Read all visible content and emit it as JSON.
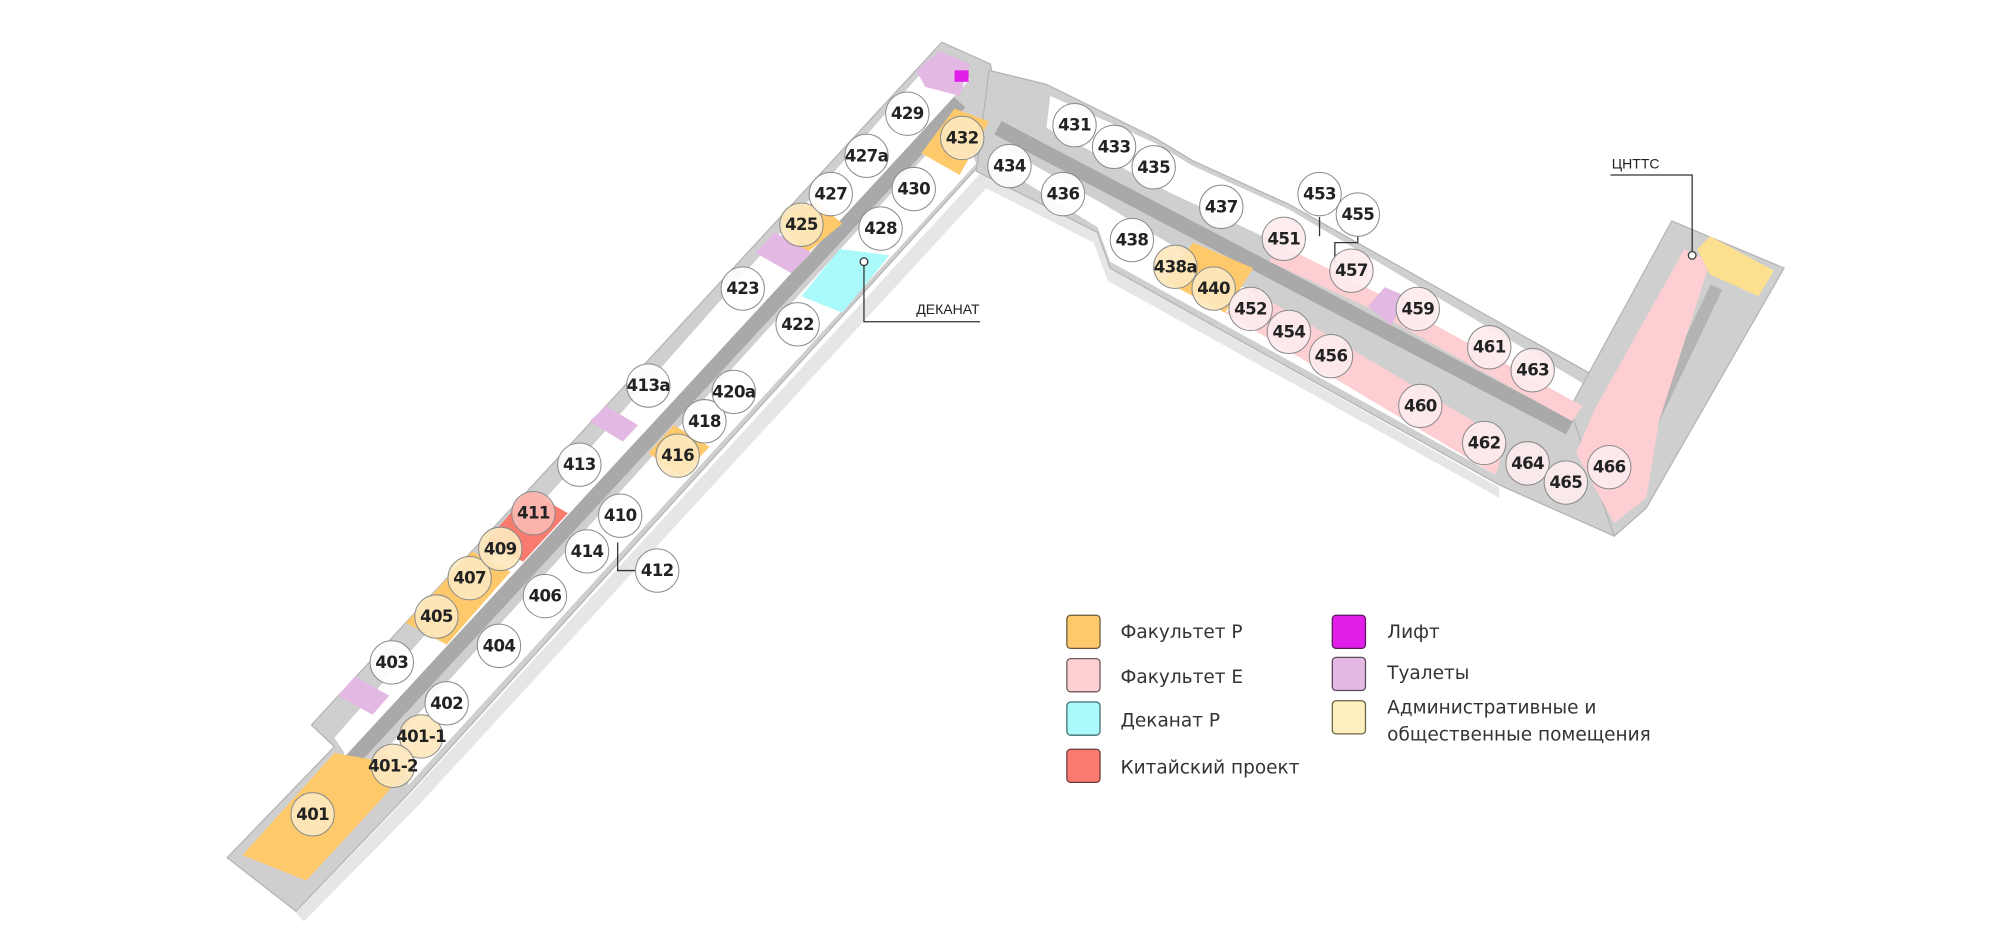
{
  "categories": {
    "faculty_p": {
      "label": "Факультет Р",
      "color": "#fdc96b"
    },
    "faculty_e": {
      "label": "Факультет Е",
      "color": "#fdcfd2"
    },
    "deanery_p": {
      "label": "Деканат Р",
      "color": "#aaf9fb"
    },
    "chinese": {
      "label": "Китайский проект",
      "color": "#f97b70"
    },
    "elevator": {
      "label": "Лифт",
      "color": "#e01ee8"
    },
    "toilets": {
      "label": "Туалеты",
      "color": "#e3b9e3"
    },
    "admin": {
      "label_line1": "Административные и",
      "label_line2": "общественные помещения",
      "color": "#fef0c1"
    }
  },
  "callouts": {
    "deanery": "ДЕКАНАТ",
    "cnttc": "ЦНТТС"
  },
  "rooms": [
    {
      "label": "401",
      "cat": "faculty_p"
    },
    {
      "label": "401-1",
      "cat": "faculty_p"
    },
    {
      "label": "401-2",
      "cat": "faculty_p"
    },
    {
      "label": "402",
      "cat": ""
    },
    {
      "label": "403",
      "cat": ""
    },
    {
      "label": "404",
      "cat": ""
    },
    {
      "label": "405",
      "cat": "faculty_p"
    },
    {
      "label": "406",
      "cat": ""
    },
    {
      "label": "407",
      "cat": "faculty_p"
    },
    {
      "label": "409",
      "cat": "faculty_p"
    },
    {
      "label": "410",
      "cat": ""
    },
    {
      "label": "411",
      "cat": "chinese"
    },
    {
      "label": "412",
      "cat": ""
    },
    {
      "label": "413",
      "cat": ""
    },
    {
      "label": "413а",
      "cat": ""
    },
    {
      "label": "414",
      "cat": ""
    },
    {
      "label": "416",
      "cat": "faculty_p"
    },
    {
      "label": "418",
      "cat": ""
    },
    {
      "label": "420а",
      "cat": ""
    },
    {
      "label": "422",
      "cat": ""
    },
    {
      "label": "423",
      "cat": ""
    },
    {
      "label": "425",
      "cat": "faculty_p"
    },
    {
      "label": "427",
      "cat": ""
    },
    {
      "label": "427а",
      "cat": ""
    },
    {
      "label": "428",
      "cat": ""
    },
    {
      "label": "429",
      "cat": ""
    },
    {
      "label": "430",
      "cat": ""
    },
    {
      "label": "431",
      "cat": ""
    },
    {
      "label": "432",
      "cat": "faculty_p"
    },
    {
      "label": "433",
      "cat": ""
    },
    {
      "label": "434",
      "cat": ""
    },
    {
      "label": "435",
      "cat": ""
    },
    {
      "label": "436",
      "cat": ""
    },
    {
      "label": "437",
      "cat": ""
    },
    {
      "label": "438",
      "cat": ""
    },
    {
      "label": "438а",
      "cat": "faculty_p"
    },
    {
      "label": "440",
      "cat": "faculty_p"
    },
    {
      "label": "451",
      "cat": "faculty_e"
    },
    {
      "label": "452",
      "cat": "faculty_e"
    },
    {
      "label": "453",
      "cat": ""
    },
    {
      "label": "454",
      "cat": "faculty_e"
    },
    {
      "label": "455",
      "cat": ""
    },
    {
      "label": "456",
      "cat": "faculty_e"
    },
    {
      "label": "457",
      "cat": "faculty_e"
    },
    {
      "label": "459",
      "cat": "faculty_e"
    },
    {
      "label": "460",
      "cat": "faculty_e"
    },
    {
      "label": "461",
      "cat": "faculty_e"
    },
    {
      "label": "462",
      "cat": "faculty_e"
    },
    {
      "label": "463",
      "cat": "faculty_e"
    },
    {
      "label": "464",
      "cat": "faculty_e"
    },
    {
      "label": "465",
      "cat": "faculty_e"
    },
    {
      "label": "466",
      "cat": "faculty_e"
    }
  ]
}
